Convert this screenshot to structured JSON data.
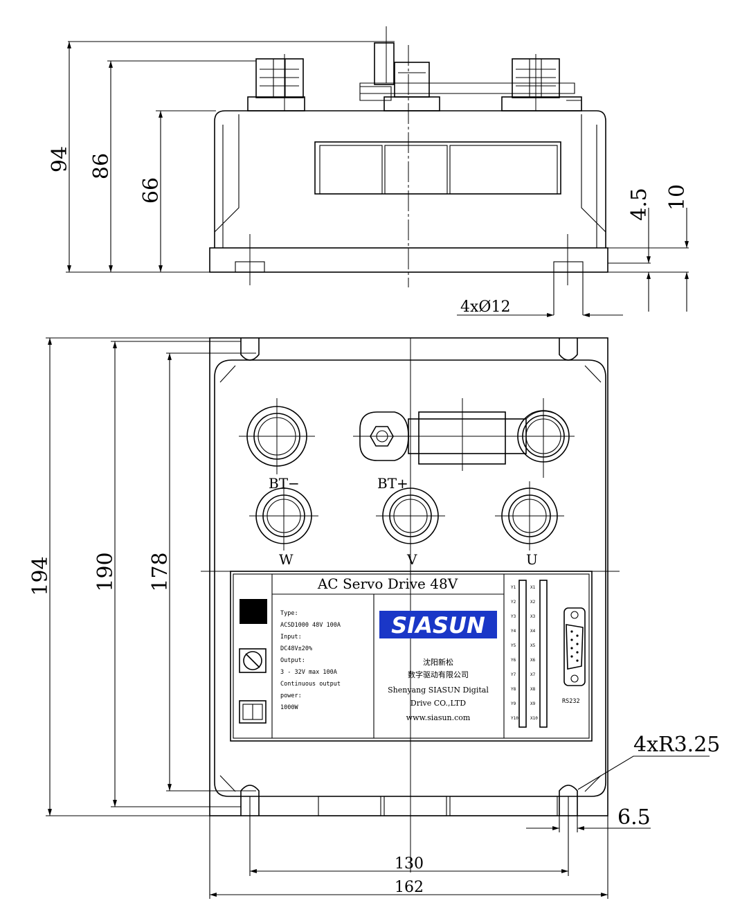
{
  "dimensions": {
    "side_heights": [
      "94",
      "86",
      "66"
    ],
    "side_small": [
      "4.5",
      "10"
    ],
    "hole_callout": "4xØ12",
    "front_heights": [
      "194",
      "190",
      "178"
    ],
    "radius_callout": "4xR3.25",
    "slot_width": "6.5",
    "hole_spacing": "130",
    "overall_width": "162"
  },
  "terminals": {
    "bt_minus": "BT−",
    "bt_plus": "BT+",
    "w": "W",
    "v": "V",
    "u": "U"
  },
  "nameplate": {
    "title": "AC Servo Drive 48V",
    "spec_lines": [
      "Type:",
      "ACSD1000 48V 100A",
      "Input:",
      "DC48V±20%",
      "Output:",
      "3 - 32V max 100A",
      "Continuous output",
      "power:",
      "1000W"
    ],
    "brand_logo": "SIASUN",
    "company_cn_1": "沈阳新松",
    "company_cn_2": "数字驱动有限公司",
    "company_en_1": "Shenyang SIASUN Digital",
    "company_en_2": "Drive CO.,LTD",
    "website": "www.siasun.com",
    "connector_label": "RS232",
    "pins_left": [
      "Y1",
      "Y2",
      "Y3",
      "Y4",
      "Y5",
      "Y6",
      "Y7",
      "Y8",
      "Y9",
      "Y10"
    ],
    "pins_right": [
      "X1",
      "X2",
      "X3",
      "X4",
      "X5",
      "X6",
      "X7",
      "X8",
      "X9",
      "X10"
    ]
  }
}
